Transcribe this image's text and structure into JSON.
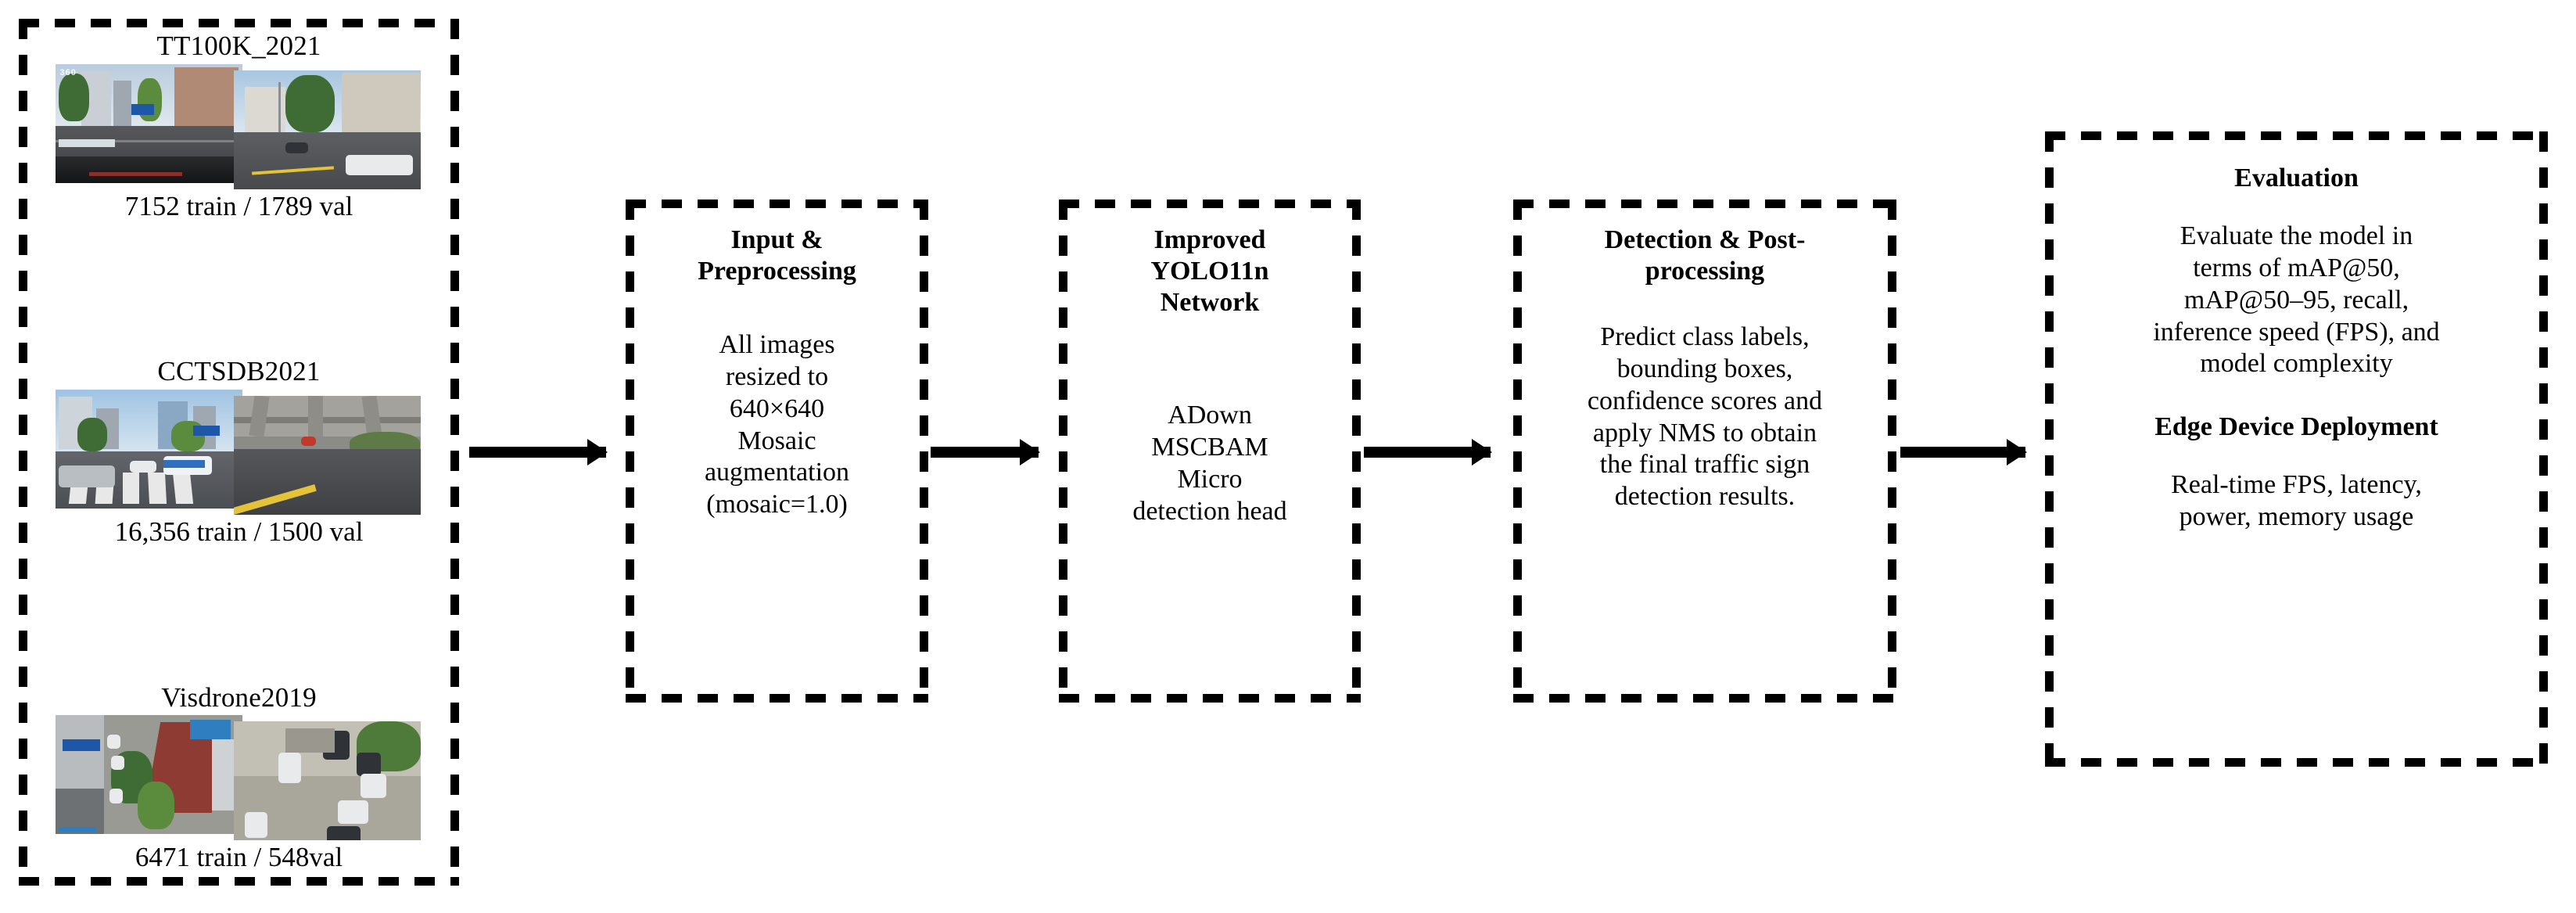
{
  "diagram": {
    "datasets_panel": {
      "name": "datasets",
      "items": [
        {
          "title": "TT100K_2021",
          "counts": "7152 train / 1789 val",
          "images": [
            "dashcam-urban-street-photo",
            "sunlit-residential-street-photo"
          ]
        },
        {
          "title": "CCTSDB2021",
          "counts": "16,356 train / 1500 val",
          "images": [
            "crosswalk-intersection-photo",
            "under-overpass-road-photo"
          ]
        },
        {
          "title": "Visdrone2019",
          "counts": "6471 train / 548val",
          "images": [
            "aerial-street-drone-photo",
            "aerial-parking-lot-drone-photo"
          ]
        }
      ]
    },
    "stages": [
      {
        "id": "input",
        "title": "Input &\nPreprocessing",
        "title_lines": [
          "Input &",
          "Preprocessing"
        ],
        "body_lines": [
          "All images",
          "resized to",
          "640×640",
          "Mosaic",
          "augmentation",
          "(mosaic=1.0)"
        ]
      },
      {
        "id": "network",
        "title_lines": [
          "Improved",
          "YOLO11n",
          "Network"
        ],
        "body_lines": [
          "ADown",
          "MSCBAM",
          "Micro",
          "detection head"
        ]
      },
      {
        "id": "detection",
        "title_lines": [
          "Detection & Post-",
          "processing"
        ],
        "body_lines": [
          "Predict class labels,",
          "bounding boxes,",
          "confidence scores and",
          "apply NMS to obtain",
          "the final traffic sign",
          "detection results."
        ]
      },
      {
        "id": "evaluation",
        "title_lines": [
          "Evaluation"
        ],
        "body_lines": [
          "Evaluate the model in",
          "terms of mAP@50,",
          "mAP@50–95, recall,",
          "inference speed (FPS), and",
          "model complexity"
        ],
        "title2_lines": [
          "Edge Device Deployment"
        ],
        "body2_lines": [
          "Real-time FPS, latency,",
          "power, memory usage"
        ]
      }
    ],
    "arrows": [
      {
        "name": "arrow-datasets-to-input"
      },
      {
        "name": "arrow-input-to-network"
      },
      {
        "name": "arrow-network-to-detection"
      },
      {
        "name": "arrow-detection-to-evaluation"
      }
    ],
    "style": {
      "stroke": "#000000",
      "background": "#ffffff"
    }
  }
}
